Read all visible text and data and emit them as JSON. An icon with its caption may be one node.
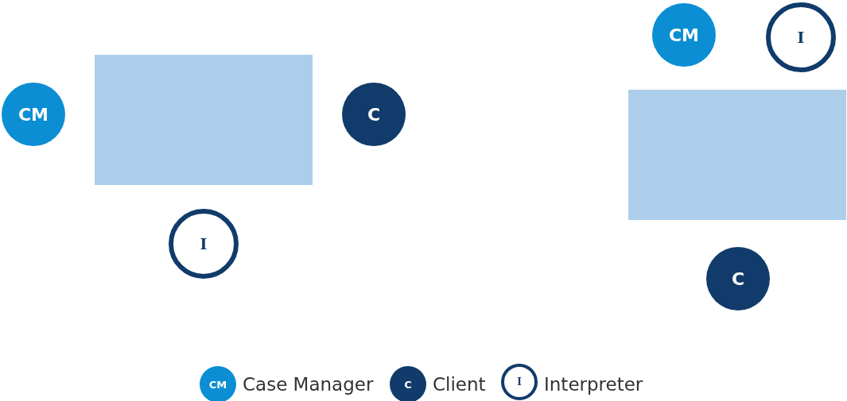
{
  "diagram": {
    "nodes": [
      {
        "text": [
          "CM"
        ]
      },
      {
        "text": [
          "C"
        ]
      },
      {
        "text": [
          "I"
        ]
      },
      {
        "text": [
          "CM"
        ]
      },
      {
        "text": [
          "I"
        ]
      },
      {
        "text": [
          "C"
        ]
      },
      {
        "text": [],
        "shape": "box"
      },
      {
        "text": [],
        "shape": "box"
      }
    ],
    "labels": [
      "CM",
      "C",
      "I"
    ],
    "legend": [
      {
        "text": "Case Manager",
        "color": "#0b8ed3"
      },
      {
        "text": "Client",
        "color": "#103b6a"
      },
      {
        "text": "Interpreter"
      }
    ]
  }
}
